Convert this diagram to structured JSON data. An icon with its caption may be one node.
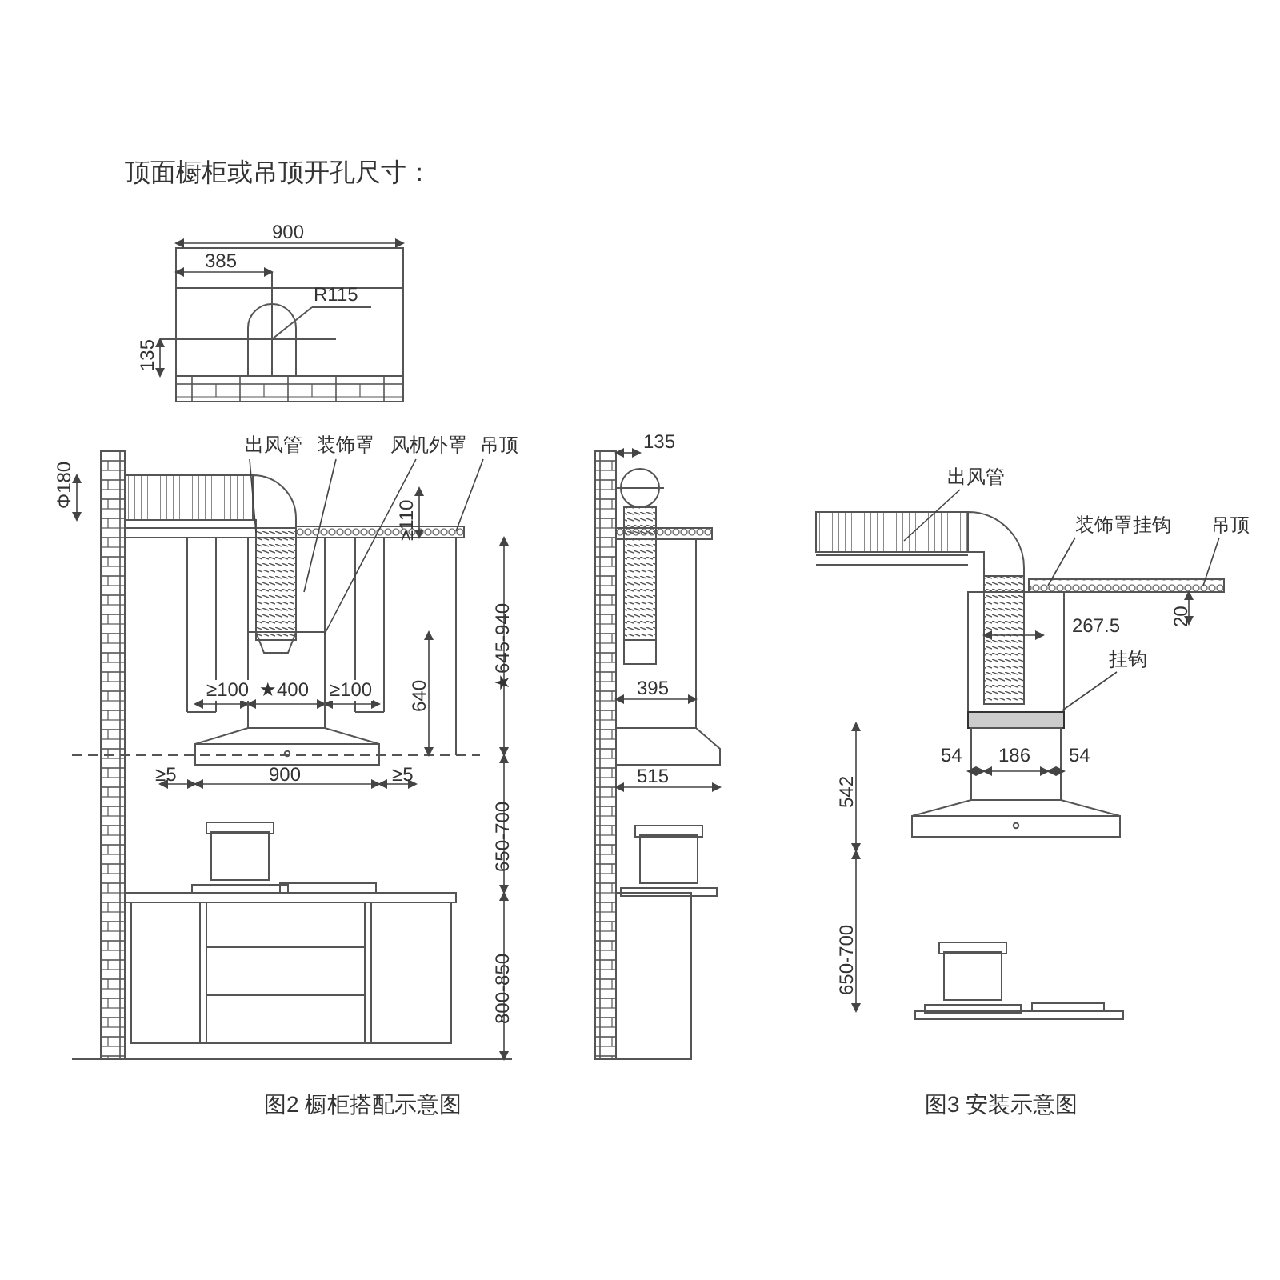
{
  "diagram": {
    "title": "顶面橱柜或吊顶开孔尺寸：",
    "nodes": [
      {
        "text": [
          "出风管"
        ]
      },
      {
        "text": [
          "装饰罩"
        ]
      },
      {
        "text": [
          "风机外罩"
        ]
      },
      {
        "text": [
          "吊顶"
        ]
      },
      {
        "text": [
          "出风管"
        ]
      },
      {
        "text": [
          "装饰罩挂钩"
        ]
      },
      {
        "text": [
          "吊顶"
        ]
      },
      {
        "text": [
          "挂钩"
        ]
      },
      {
        "text": [],
        "shape": "box"
      }
    ],
    "edges": [
      {
        "from": 0,
        "to": null,
        "arrow": "none"
      },
      {
        "from": 1,
        "to": null,
        "arrow": "none"
      },
      {
        "from": 2,
        "to": 8,
        "arrow": "none"
      },
      {
        "from": 3,
        "to": null,
        "arrow": "none"
      },
      {
        "from": 4,
        "to": null,
        "arrow": "none"
      },
      {
        "from": 5,
        "to": null,
        "arrow": "none"
      },
      {
        "from": 6,
        "to": null,
        "arrow": "none"
      },
      {
        "from": 7,
        "to": null,
        "arrow": "none"
      }
    ],
    "labels": [
      "900",
      "385",
      "R115",
      "135",
      "Φ180",
      "≥110",
      "★645-940",
      "≥100",
      "★400",
      "≥100",
      "640",
      "≥5",
      "900",
      "≥5",
      "650-700",
      "800-850",
      "135",
      "395",
      "515",
      "267.5",
      "20",
      "54",
      "186",
      "54",
      "542",
      "650-700",
      "图2 橱柜搭配示意图",
      "图3 安装示意图"
    ]
  }
}
